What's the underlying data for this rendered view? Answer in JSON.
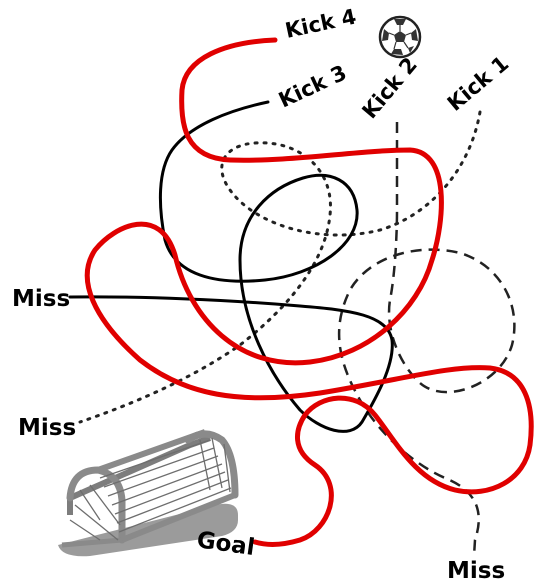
{
  "labels": {
    "kick_1": "Kick 1",
    "kick_2": "Kick 2",
    "kick_3": "Kick 3",
    "kick_4": "Kick 4",
    "miss_left_upper": "Miss",
    "miss_left_lower": "Miss",
    "miss_bottom": "Miss",
    "goal": "Goal"
  },
  "colors": {
    "kick_4_path": "#e00000",
    "kick_3_path": "#000000",
    "kick_2_path": "#222222",
    "kick_1_path": "#222222",
    "goal_frame": "#8a8a8a",
    "goal_shadow": "#9b9b9b"
  },
  "icons": {
    "ball": "soccer-ball-icon",
    "goal": "soccer-goal-icon"
  }
}
